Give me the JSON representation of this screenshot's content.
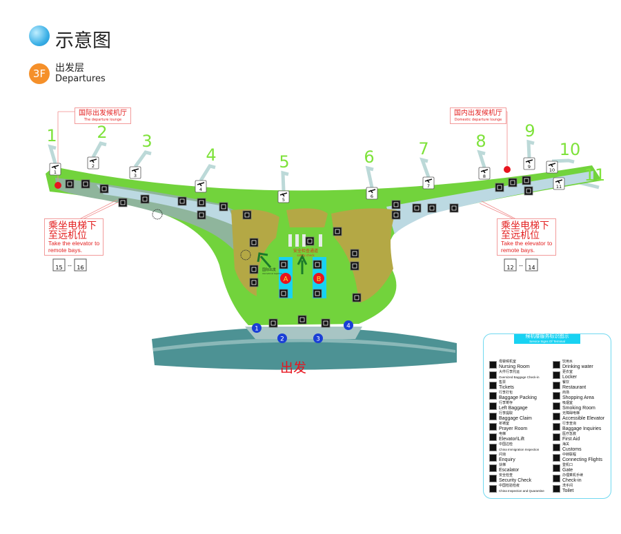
{
  "header": {
    "title": "示意图",
    "globe_icon": "globe-icon",
    "floor_badge": "3F",
    "floor_cn": "出发层",
    "floor_en": "Departures"
  },
  "gates": [
    "1",
    "2",
    "3",
    "4",
    "5",
    "6",
    "7",
    "8",
    "9",
    "10",
    "11"
  ],
  "remote_gates": {
    "left": [
      "15",
      "16"
    ],
    "right": [
      "12",
      "14"
    ],
    "separator": "--"
  },
  "lounges": {
    "international": {
      "cn": "国际出发候机厅",
      "en": "The departure lounge"
    },
    "domestic": {
      "cn": "国内出发候机厅",
      "en": "Domestic departure lounge"
    }
  },
  "callouts": {
    "elevator_cn_line1": "乘坐电梯下",
    "elevator_cn_line2": "至远机位",
    "elevator_en_line1": "Take the elevator to",
    "elevator_en_line2": "remote bays."
  },
  "center": {
    "security_cn": "安全检查通道",
    "security_en": "safety check",
    "intl_cn": "国际出发",
    "intl_en": "International departure",
    "checkin_a": "A",
    "checkin_b": "B",
    "entrances": [
      "1",
      "2",
      "3",
      "4"
    ],
    "departure": "出发"
  },
  "colors": {
    "concourse_green": "#72d33c",
    "interior": "#8fb59c",
    "light_blue": "#bcd9e2",
    "olive": "#b4a845",
    "road": "#3f8a8c",
    "gate_label": "#7ee23a",
    "marker_red": "#e8141e",
    "entrance_blue": "#1a3fd6",
    "legend_head": "#18d2f2"
  },
  "legend": {
    "title_cn": "候机楼服务标识图示",
    "title_en": "Service Signs Of Terminal",
    "left": [
      {
        "icon": "nursing-room-icon",
        "cn": "母婴候机室",
        "en": "Nursing Room"
      },
      {
        "icon": "oversized-baggage-icon",
        "cn": "大件行李托运",
        "en": "Oversized Baggage Check-in"
      },
      {
        "icon": "tickets-icon",
        "cn": "售票",
        "en": "Tickets"
      },
      {
        "icon": "baggage-packing-icon",
        "cn": "行李打包",
        "en": "Baggage Packing"
      },
      {
        "icon": "left-baggage-icon",
        "cn": "行李寄存",
        "en": "Left Baggage"
      },
      {
        "icon": "baggage-claim-icon",
        "cn": "行李提取",
        "en": "Baggage Claim"
      },
      {
        "icon": "prayer-room-icon",
        "cn": "祈祷室",
        "en": "Prayer Room"
      },
      {
        "icon": "elevator-icon",
        "cn": "电梯",
        "en": "Elevator\\Lift"
      },
      {
        "icon": "immigration-icon",
        "cn": "中国边检",
        "en": "China Immigration Inspection"
      },
      {
        "icon": "enquiry-icon",
        "cn": "问询",
        "en": "Enquiry"
      },
      {
        "icon": "escalator-icon",
        "cn": "扶梯",
        "en": "Escalator"
      },
      {
        "icon": "security-check-icon",
        "cn": "安全检查",
        "en": "Security Check"
      },
      {
        "icon": "quarantine-icon",
        "cn": "中国检验检疫",
        "en": "China Inspection and Quarantine"
      }
    ],
    "right": [
      {
        "icon": "drinking-water-icon",
        "cn": "饮用水",
        "en": "Drinking water"
      },
      {
        "icon": "locker-icon",
        "cn": "更衣室",
        "en": "Locker"
      },
      {
        "icon": "restaurant-icon",
        "cn": "餐饮",
        "en": "Restaurant"
      },
      {
        "icon": "shopping-icon",
        "cn": "商场",
        "en": "Shopping Area"
      },
      {
        "icon": "smoking-room-icon",
        "cn": "吸烟室",
        "en": "Smoking Room"
      },
      {
        "icon": "accessible-elevator-icon",
        "cn": "无障碍电梯",
        "en": "Accessible Elevator"
      },
      {
        "icon": "baggage-inquiries-icon",
        "cn": "行李查询",
        "en": "Baggage Inquiries"
      },
      {
        "icon": "first-aid-icon",
        "cn": "医疗急救",
        "en": "First Aid"
      },
      {
        "icon": "customs-icon",
        "cn": "海关",
        "en": "Customs"
      },
      {
        "icon": "connecting-flights-icon",
        "cn": "中转联程",
        "en": "Connecting Flights"
      },
      {
        "icon": "gate-icon",
        "cn": "登机口",
        "en": "Gate"
      },
      {
        "icon": "check-in-icon",
        "cn": "办理乘机手续",
        "en": "Check-in"
      },
      {
        "icon": "toilet-icon",
        "cn": "洗手间",
        "en": "Toilet"
      }
    ]
  }
}
